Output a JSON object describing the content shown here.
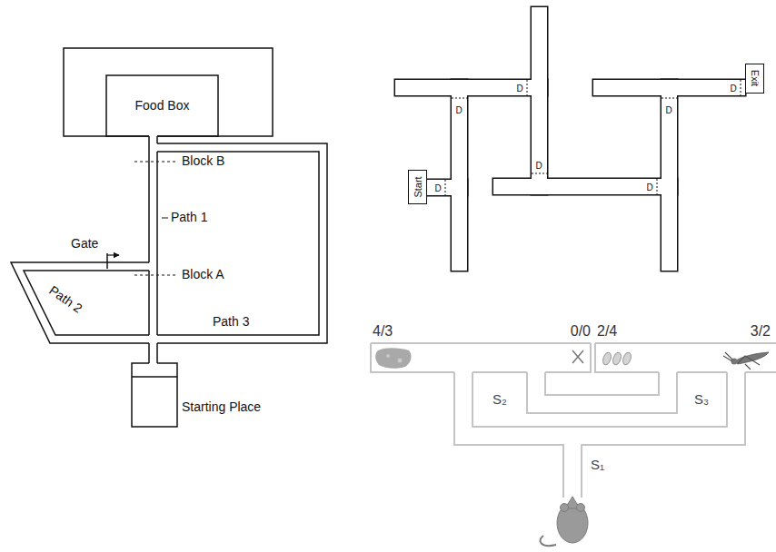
{
  "diagram": {
    "nodes": [
      {
        "text": [
          "Food Box"
        ]
      },
      {
        "text": [
          "Start"
        ]
      },
      {
        "text": [
          "Exit"
        ]
      }
    ],
    "labels": [
      "Block B",
      "Path 1",
      "Gate",
      "Block A",
      "Path 2",
      "Path 3",
      "Starting Place",
      "D",
      "D",
      "D",
      "D",
      "D",
      "D",
      "D",
      "4/3",
      "0/0",
      "2/4",
      "3/2",
      "S₂",
      "S₃",
      "S₁"
    ]
  }
}
